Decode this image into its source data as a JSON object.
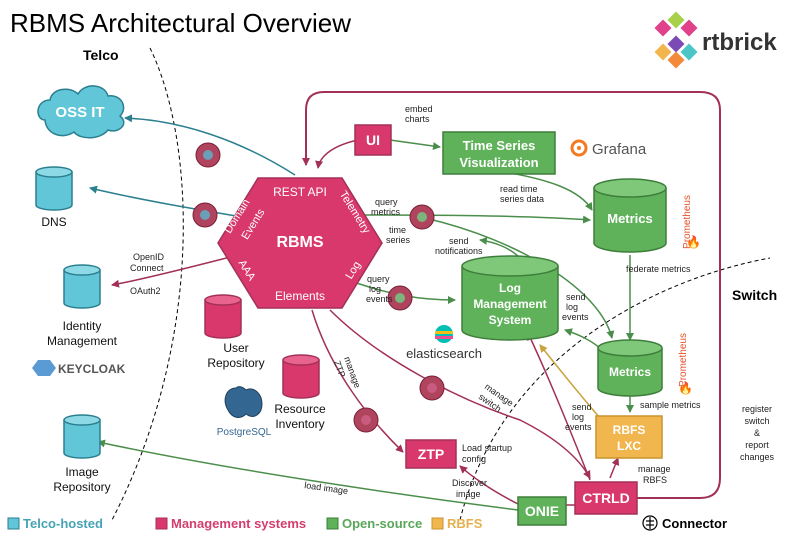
{
  "title": "RBMS Architectural Overview",
  "zones": {
    "telco": "Telco",
    "switch": "Switch"
  },
  "brand": {
    "name": "rtbrick"
  },
  "logos": {
    "grafana": "Grafana",
    "prometheus": "Prometheus",
    "elasticsearch": "elasticsearch",
    "keycloak": "KEYCLOAK",
    "postgresql": "PostgreSQL"
  },
  "nodes": {
    "oss_it": "OSS IT",
    "dns": "DNS",
    "identity": [
      "Identity",
      "Management"
    ],
    "image_repo": [
      "Image",
      "Repository"
    ],
    "user_repo": [
      "User",
      "Repository"
    ],
    "resource_inv": [
      "Resource",
      "Inventory"
    ],
    "ui": "UI",
    "tsv": [
      "Time Series",
      "Visualization"
    ],
    "metrics1": "Metrics",
    "metrics2": "Metrics",
    "lms": [
      "Log",
      "Management",
      "System"
    ],
    "ztp": "ZTP",
    "ctrld": "CTRLD",
    "onie": "ONIE",
    "rbfs": [
      "RBFS",
      "LXC"
    ]
  },
  "rbms": {
    "center": "RBMS",
    "rest_api": "REST API",
    "telemetry": "Telemetry",
    "log": "Log",
    "elements": "Elements",
    "aaa": "AAA",
    "domain": "Domain",
    "events": "Events"
  },
  "edges": {
    "embed_charts": [
      "embed",
      "charts"
    ],
    "read_ts": [
      "read time",
      "series data"
    ],
    "query_metrics": [
      "query",
      "metrics",
      "time",
      "series"
    ],
    "send_notifications": [
      "send",
      "notifications"
    ],
    "federate": "federate metrics",
    "query_log": [
      "query",
      "log",
      "events"
    ],
    "send_log_top": [
      "send",
      "log",
      "events"
    ],
    "send_log_bottom": [
      "send",
      "log",
      "events"
    ],
    "sample_metrics": "sample metrics",
    "openid": [
      "OpenID",
      "Connect"
    ],
    "oauth2": "OAuth2",
    "manage_ztp": [
      "manage",
      "ZTP"
    ],
    "manage_switch": [
      "manage",
      "switch"
    ],
    "load_startup": [
      "Load startup",
      "config"
    ],
    "discover_image": [
      "Discover",
      "image"
    ],
    "load_image": "load image",
    "manage_rbfs": [
      "manage",
      "RBFS"
    ],
    "register": [
      "register",
      "switch",
      "&",
      "report",
      "changes"
    ]
  },
  "legend": [
    {
      "label": "Telco-hosted",
      "color": "#46a3b5"
    },
    {
      "label": "Management systems",
      "color": "#d43d6e"
    },
    {
      "label": "Open-source",
      "color": "#5aa65a"
    },
    {
      "label": "RBFS",
      "color": "#e5b04f"
    }
  ],
  "legend_connector": "Connector",
  "colors": {
    "telco": "#62c6d9",
    "mgmt": "#d9386c",
    "open": "#5fb25a",
    "rbfs": "#f2b64f",
    "arrow": "#a23058",
    "green_arrow": "#4b8e4b"
  }
}
